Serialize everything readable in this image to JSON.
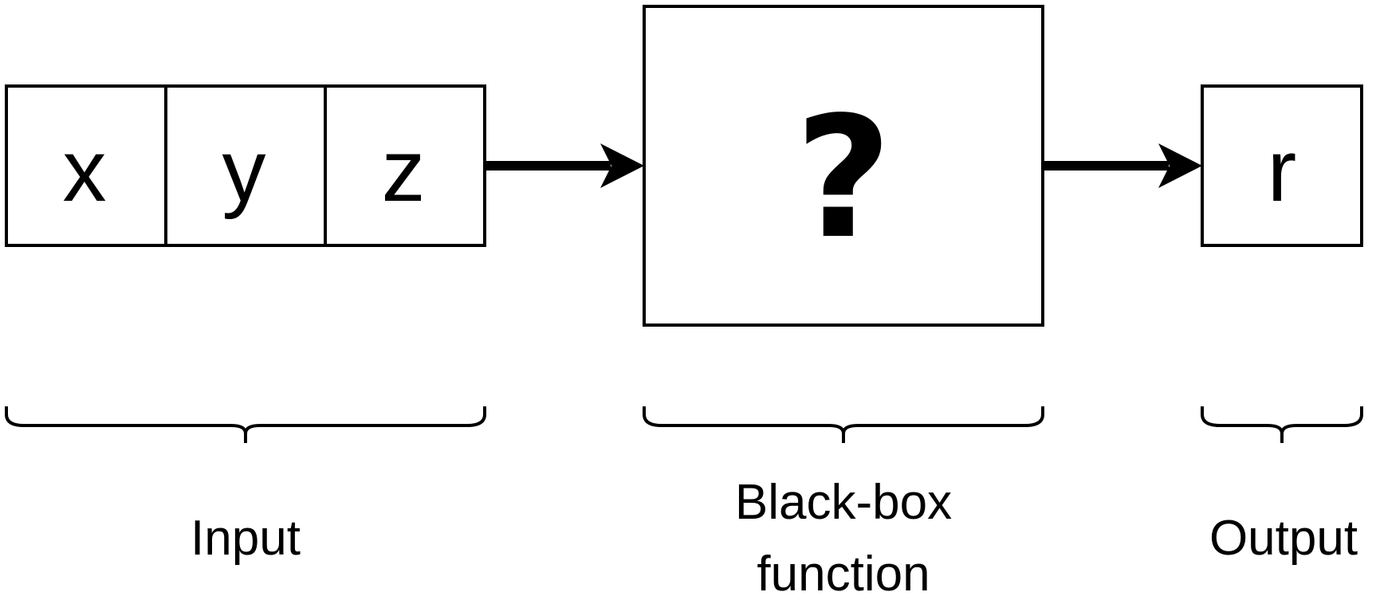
{
  "input": {
    "cells": [
      "x",
      "y",
      "z"
    ],
    "caption": "Input"
  },
  "blackbox": {
    "symbol": "?",
    "caption_lines": [
      "Black-box",
      "function"
    ]
  },
  "output": {
    "cells": [
      "r"
    ],
    "caption": "Output"
  },
  "colors": {
    "stroke": "#000000",
    "background": "#ffffff"
  }
}
